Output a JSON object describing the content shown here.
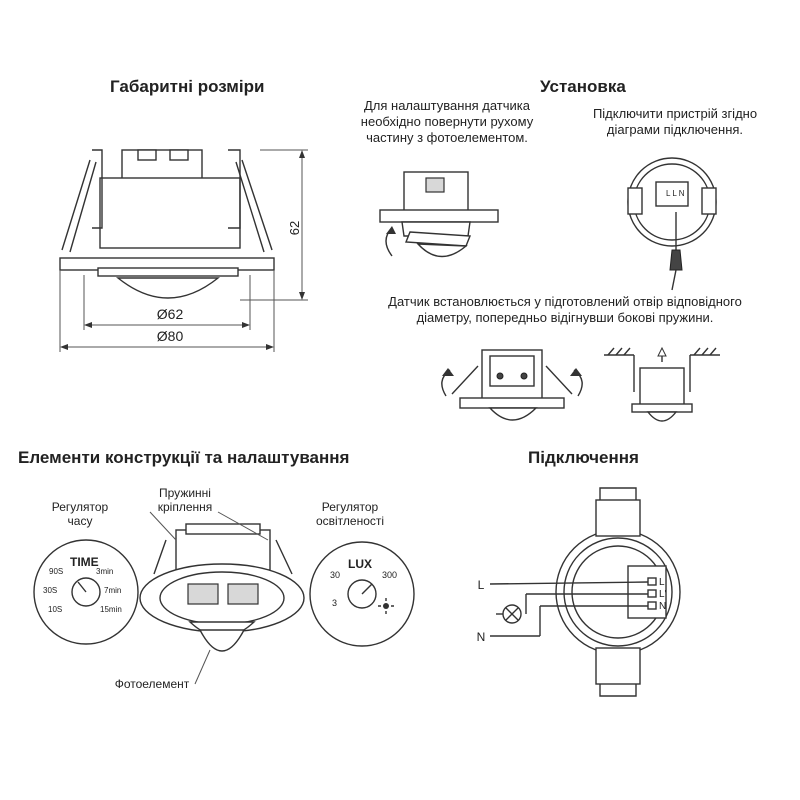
{
  "sections": {
    "dimensions_title": "Габаритні розміри",
    "installation_title": "Установка",
    "elements_title": "Елементи конструкції та налаштування",
    "connection_title": "Підключення"
  },
  "dimensions": {
    "height": "62",
    "d_inner": "Ø62",
    "d_outer": "Ø80"
  },
  "installation": {
    "step1": "Для налаштування датчика необхідно повернути рухому частину з фотоелементом.",
    "step2": "Підключити пристрій згідно діаграми підключення.",
    "step3": "Датчик встановлюється у підготовлений отвір відповідного діаметру, попередньо відігнувши бокові пружини."
  },
  "elements": {
    "time_regulator": "Регулятор часу",
    "springs": "Пружинні кріплення",
    "lux_regulator": "Регулятор освітленості",
    "photocell": "Фотоелемент",
    "time_dial": {
      "label": "TIME",
      "marks": [
        "90S",
        "3min",
        "30S",
        "7min",
        "10S",
        "15min"
      ]
    },
    "lux_dial": {
      "label": "LUX",
      "marks": [
        "30",
        "300",
        "3"
      ]
    }
  },
  "connection": {
    "terminals": [
      "L",
      "L'",
      "N"
    ],
    "wire_L": "L",
    "wire_N": "N"
  },
  "colors": {
    "line": "#333333",
    "text": "#222222",
    "fill_grey": "#d8d8d8"
  }
}
